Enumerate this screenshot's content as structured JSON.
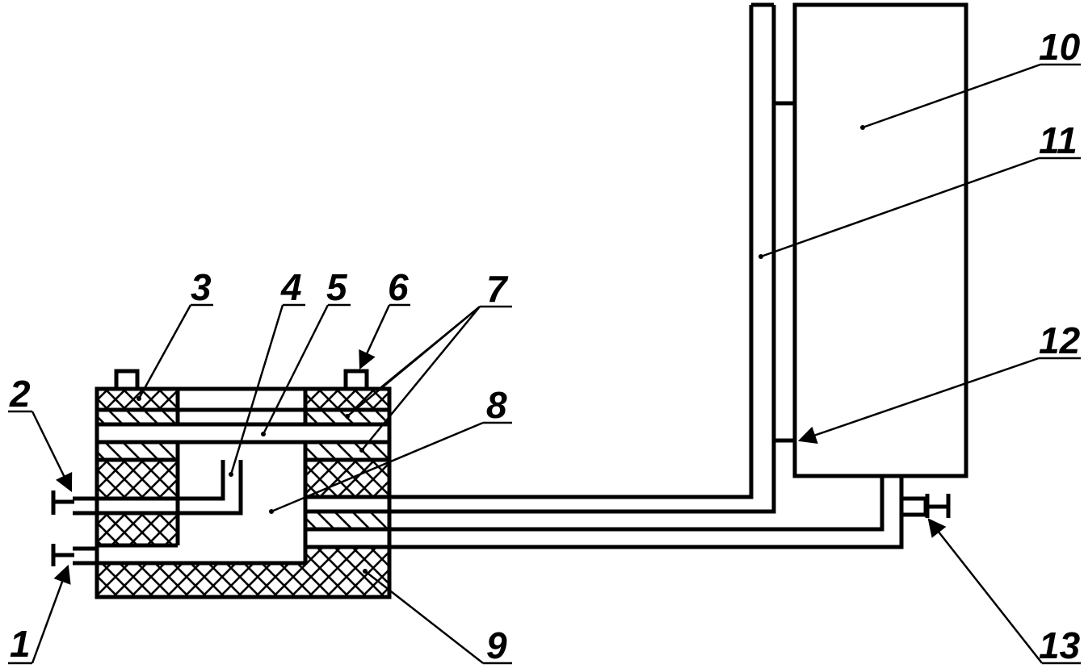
{
  "diagram": {
    "labels": {
      "l1": "1",
      "l2": "2",
      "l3": "3",
      "l4": "4",
      "l5": "5",
      "l6": "6",
      "l7": "7",
      "l8": "8",
      "l9": "9",
      "l10": "10",
      "l11": "11",
      "l12": "12",
      "l13": "13"
    },
    "colors": {
      "stroke": "#000000",
      "background": "#ffffff"
    }
  }
}
